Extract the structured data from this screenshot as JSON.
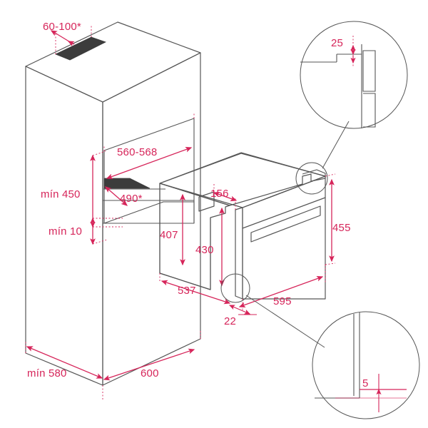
{
  "diagram": {
    "title": "Built-in oven installation dimensions",
    "units": "mm",
    "colors": {
      "dimension": "#d6255a",
      "dimension_light": "#e8889f",
      "outline": "#565656",
      "fill_dark": "#3c3c3c",
      "background": "#ffffff"
    }
  },
  "cabinet": {
    "name": "tall kitchen cabinet (niche)",
    "dimensions": {
      "vent_gap": "60-100*",
      "niche_width": "560-568",
      "niche_depth": "490*",
      "height_above": "mín 450",
      "gap_below": "mín 10",
      "cabinet_depth": "mín 580",
      "cabinet_width": "600"
    }
  },
  "oven": {
    "name": "built-in oven appliance",
    "dimensions": {
      "top_recess": "156",
      "body_height_rear": "407",
      "body_height_front": "430",
      "front_height": "455",
      "body_depth": "537",
      "front_width": "595",
      "front_offset": "22"
    }
  },
  "details": {
    "top_right": {
      "name": "top flange detail",
      "value": "25"
    },
    "bottom_right": {
      "name": "bottom flange detail",
      "value": "5"
    }
  },
  "labels": {
    "vent_gap": "60-100*",
    "niche_width": "560-568",
    "niche_depth": "490*",
    "min_450": "mín 450",
    "min_10": "mín 10",
    "min_580": "mín 580",
    "width_600": "600",
    "oven_156": "156",
    "oven_407": "407",
    "oven_430": "430",
    "oven_455": "455",
    "oven_537": "537",
    "oven_595": "595",
    "oven_22": "22",
    "detail_25": "25",
    "detail_5": "5"
  }
}
